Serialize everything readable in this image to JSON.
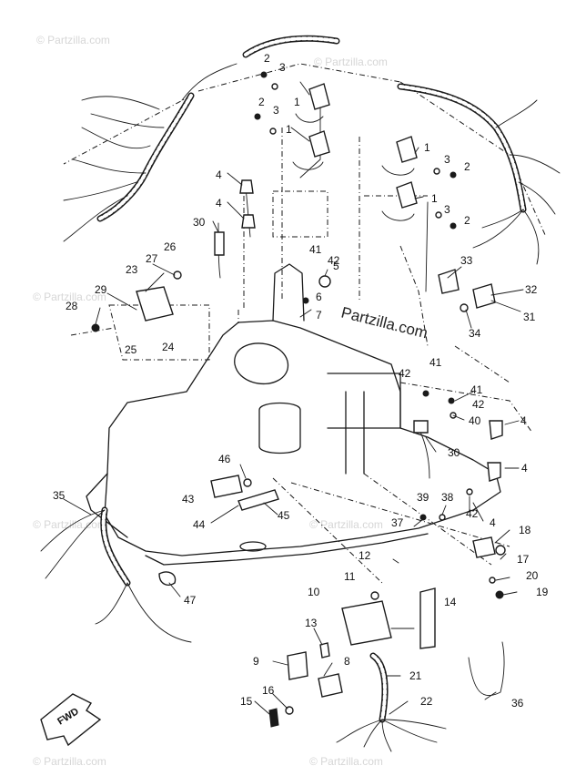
{
  "watermarks": {
    "brand": "© Partzilla.com",
    "center": "Partzilla.com"
  },
  "forward_label": "FWD",
  "callouts": {
    "c1": "1",
    "c2": "2",
    "c3": "3",
    "c4": "4",
    "c5": "5",
    "c6": "6",
    "c7": "7",
    "c8": "8",
    "c9": "9",
    "c10": "10",
    "c11": "11",
    "c12": "12",
    "c13": "13",
    "c14": "14",
    "c15": "15",
    "c16": "16",
    "c17": "17",
    "c18": "18",
    "c19": "19",
    "c20": "20",
    "c21": "21",
    "c22": "22",
    "c23": "23",
    "c24": "24",
    "c25": "25",
    "c26": "26",
    "c27": "27",
    "c28": "28",
    "c29": "29",
    "c30": "30",
    "c31": "31",
    "c32": "32",
    "c33": "33",
    "c34": "34",
    "c35": "35",
    "c36": "36",
    "c37": "37",
    "c38": "38",
    "c39": "39",
    "c40": "40",
    "c41": "41",
    "c42": "42",
    "c43": "43",
    "c44": "44",
    "c45": "45",
    "c46": "46",
    "c47": "47"
  },
  "colors": {
    "ink": "#1a1a1a",
    "paper": "#ffffff",
    "watermark": "#d6d6d6"
  }
}
